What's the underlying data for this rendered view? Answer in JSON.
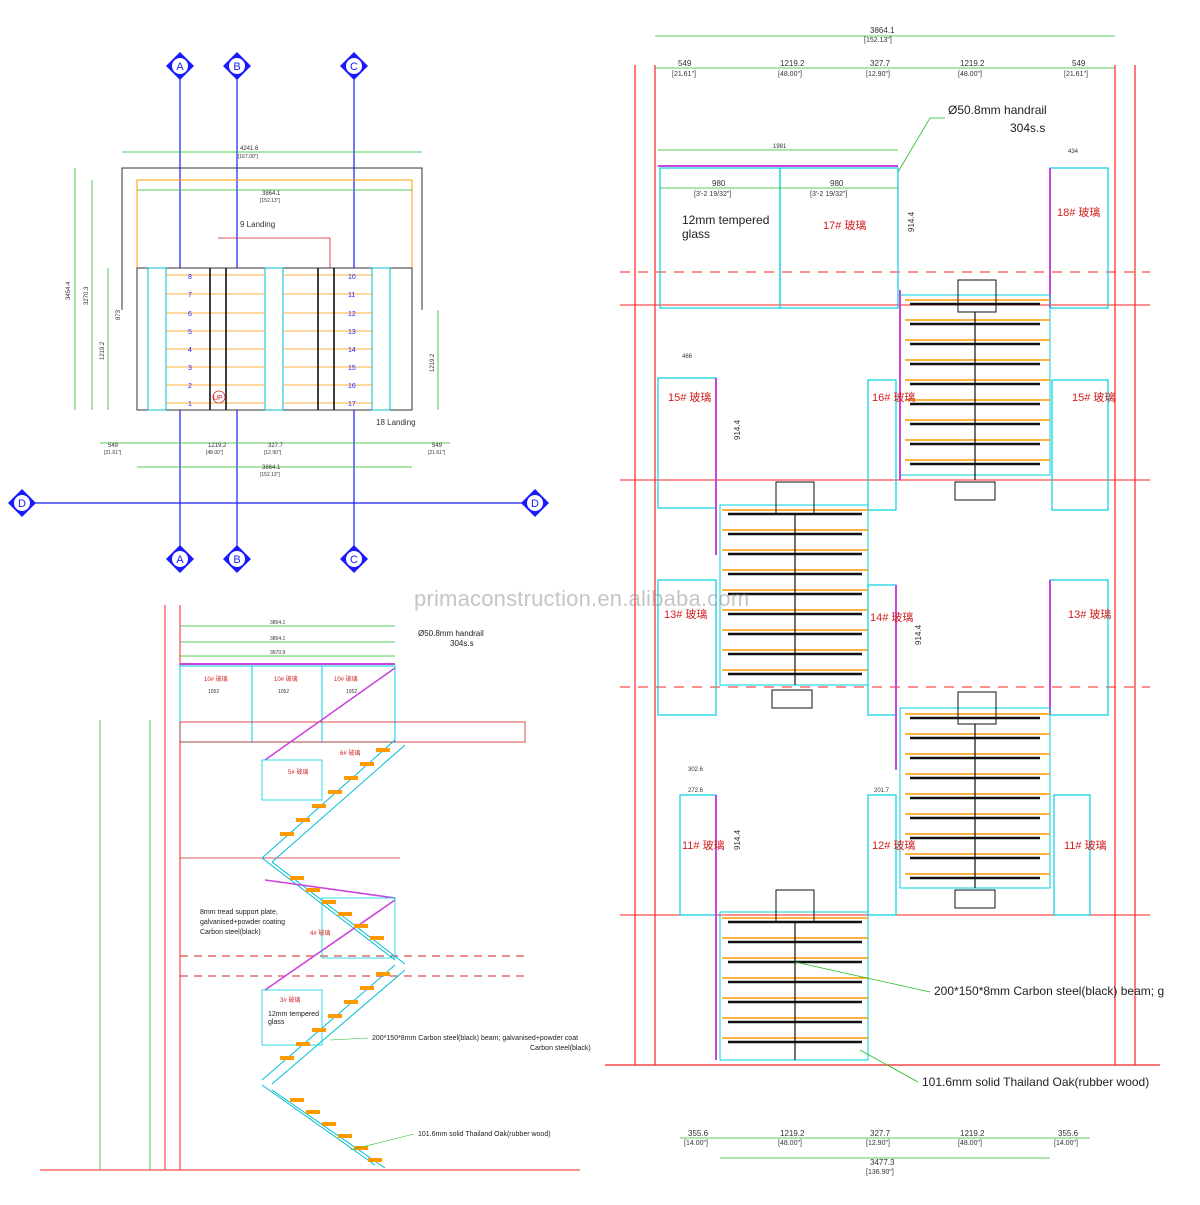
{
  "watermark": "primaconstruction.en.alibaba.com",
  "grid_labels": {
    "a": "A",
    "b": "B",
    "c": "C",
    "d": "D"
  },
  "plan": {
    "overall_width": "4241.6",
    "overall_width_in": "[167.00\"]",
    "inner_width": "3864.1",
    "inner_width_in": "[152.13\"]",
    "landing_9": "9 Landing",
    "landing_18": "18 Landing",
    "up_label": "UP",
    "left_steps": [
      "8",
      "7",
      "6",
      "5",
      "4",
      "3",
      "2",
      "1"
    ],
    "right_steps": [
      "10",
      "11",
      "12",
      "13",
      "14",
      "15",
      "16",
      "17"
    ],
    "bottom_dims": [
      "549",
      "1219.2",
      "327.7",
      "549"
    ],
    "bottom_dims_in": [
      "[21.61\"]",
      "[48.00\"]",
      "[12.90\"]",
      "[21.61\"]"
    ],
    "bottom_total": "3864.1",
    "bottom_total_in": "[152.13\"]",
    "left_dims": [
      "3454.4",
      "3270.3",
      "1219.2",
      "873"
    ],
    "right_dim": "1219.2"
  },
  "section": {
    "handrail": "Ø50.8mm handrail",
    "handrail_material": "304s.s",
    "top_dims": [
      "3864.1",
      "3864.1",
      "3670.9"
    ],
    "glass_labels_top": [
      "10# 玻璃",
      "10# 玻璃",
      "10# 玻璃"
    ],
    "glass_dims_top": [
      "1052",
      "1052",
      "1052"
    ],
    "glass_labels_mid": [
      "6# 玻璃",
      "5# 玻璃",
      "4# 玻璃",
      "3# 玻璃"
    ],
    "tread_plate_note_1": "8mm tread support plate,",
    "tread_plate_note_2": "galvanised+powder coating",
    "tread_plate_note_3": "Carbon steel(black)",
    "tempered_glass": "12mm tempered",
    "tempered_glass_2": "glass",
    "beam_note_1": "200*150*8mm Carbon steel(black) beam; galvanised+powder coat",
    "beam_note_2": "Carbon steel(black)",
    "oak_note": "101.6mm solid Thailand Oak(rubber wood)"
  },
  "elevation": {
    "top_total": "3864.1",
    "top_total_in": "[152.13\"]",
    "top_dims": [
      "549",
      "1219.2",
      "327.7",
      "1219.2",
      "549"
    ],
    "top_dims_in": [
      "[21.61\"]",
      "[48.00\"]",
      "[12.90\"]",
      "[48.00\"]",
      "[21.61\"]"
    ],
    "handrail": "Ø50.8mm handrail",
    "handrail_material": "304s.s",
    "glass_1981": "1981",
    "glass_980_a": "980",
    "glass_980_b": "980",
    "glass_980_in": "[3'-2 19/32\"]",
    "tempered_glass": "12mm tempered",
    "tempered_glass_2": "glass",
    "panel_17": "17# 玻璃",
    "panel_18": "18# 玻璃",
    "panel_15a": "15# 玻璃",
    "panel_16": "16# 玻璃",
    "panel_15b": "15# 玻璃",
    "panel_13a": "13# 玻璃",
    "panel_14": "14# 玻璃",
    "panel_13b": "13# 玻璃",
    "panel_11a": "11# 玻璃",
    "panel_12": "12# 玻璃",
    "panel_11b": "11# 玻璃",
    "dim_914": "914.4",
    "dim_434": "434",
    "dim_466": "466",
    "dim_302": "302.6",
    "dim_272": "272.6",
    "dim_201": "201.7",
    "beam_note": "200*150*8mm Carbon steel(black) beam; g",
    "oak_note": "101.6mm solid Thailand Oak(rubber wood)",
    "bottom_dims": [
      "355.6",
      "1219.2",
      "327.7",
      "1219.2",
      "355.6"
    ],
    "bottom_dims_in": [
      "[14.00\"]",
      "[48.00\"]",
      "[12.90\"]",
      "[48.00\"]",
      "[14.00\"]"
    ],
    "bottom_total": "3477.3",
    "bottom_total_in": "[136.90\"]"
  },
  "colors": {
    "grid": "#1a1aff",
    "dimension": "#22bb22",
    "wall": "#ff2222",
    "glass": "#00d0e0",
    "handrail": "#cc44dd",
    "tread": "#ff9900",
    "beam": "#111111",
    "text": "#222222"
  }
}
